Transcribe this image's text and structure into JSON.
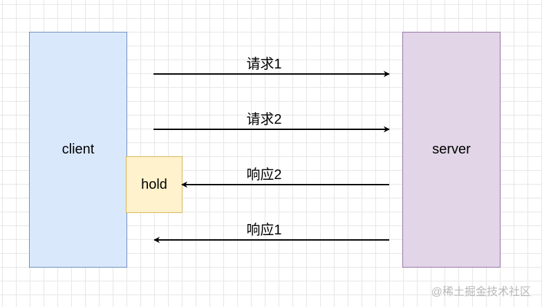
{
  "nodes": {
    "client": {
      "label": "client",
      "fill": "#dae8fc",
      "stroke": "#6c8ebf"
    },
    "server": {
      "label": "server",
      "fill": "#e1d5e7",
      "stroke": "#9673a6"
    },
    "hold": {
      "label": "hold",
      "fill": "#fff2cc",
      "stroke": "#d6b656"
    }
  },
  "arrows": [
    {
      "label": "请求1",
      "direction": "client-to-server"
    },
    {
      "label": "请求2",
      "direction": "client-to-server"
    },
    {
      "label": "响应2",
      "direction": "server-to-hold"
    },
    {
      "label": "响应1",
      "direction": "server-to-client"
    }
  ],
  "watermark": "@稀土掘金技术社区",
  "colors": {
    "arrow": "#000000",
    "grid": "#e6e6e6"
  }
}
